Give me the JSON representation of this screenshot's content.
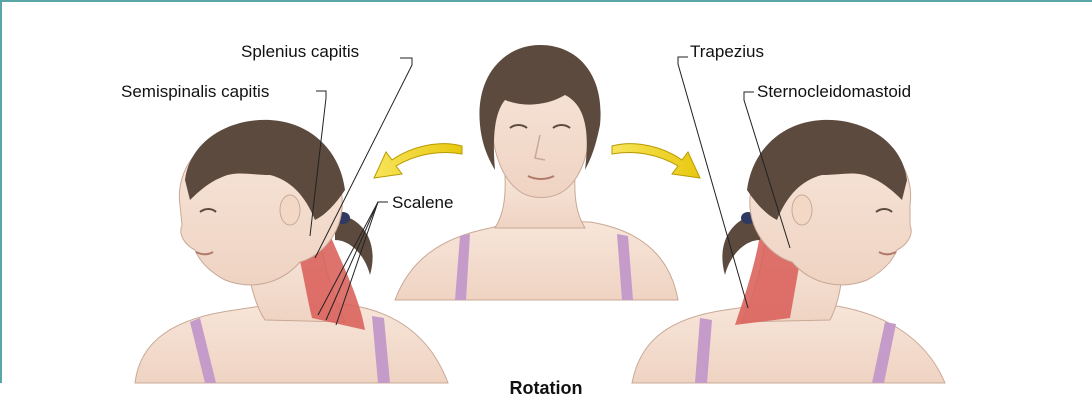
{
  "labels": {
    "splenius": "Splenius capitis",
    "semispinalis": "Semispinalis capitis",
    "scalene": "Scalene",
    "trapezius": "Trapezius",
    "scm": "Sternocleidomastoid"
  },
  "caption": "Rotation",
  "colors": {
    "frame": "#5aa6a6",
    "skin": "#f6e3d6",
    "hair": "#5b4a3d",
    "muscle": "#d9605a",
    "strap": "#c49bc9",
    "arrow": "#f2d51a"
  }
}
